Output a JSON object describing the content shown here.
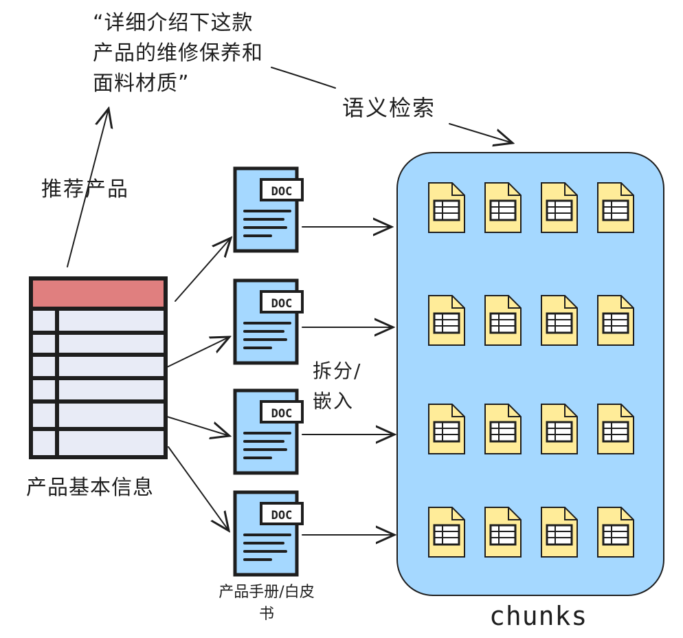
{
  "labels": {
    "query_quote": "“详细介绍下这款产品的维修保养和面料材质”",
    "semantic_search": "语义检索",
    "recommend_product": "推荐产品",
    "product_basic_info": "产品基本信息",
    "split_embed": "拆分/嵌入",
    "manual_whitepaper": "产品手册/白皮书",
    "chunks": "chunks"
  },
  "doc_tag": "DOC",
  "documents": [
    {
      "tag": "DOC"
    },
    {
      "tag": "DOC"
    },
    {
      "tag": "DOC"
    },
    {
      "tag": "DOC"
    }
  ],
  "chunk_grid": {
    "rows": 4,
    "cols": 4
  },
  "colors": {
    "stroke": "#1e1e1e",
    "table_header": "#e07f7f",
    "table_fill": "#e8ebf6",
    "doc_fill": "#a5d8ff",
    "store_fill": "#a5d8ff",
    "chunk_fill": "#ffec99"
  }
}
